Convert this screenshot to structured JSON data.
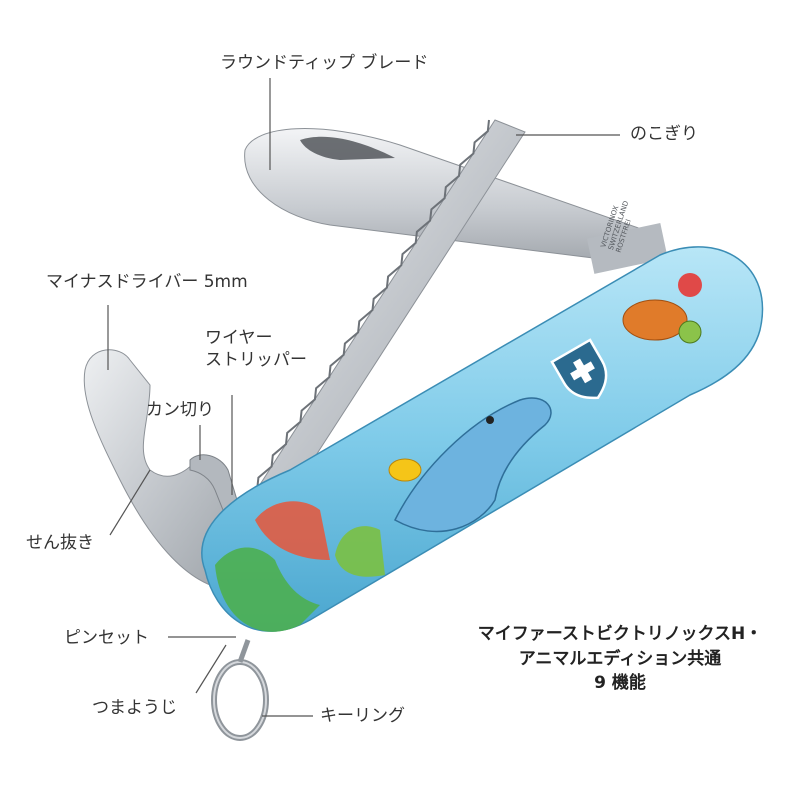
{
  "labels": {
    "round_tip_blade": "ラウンドティップ ブレード",
    "saw": "のこぎり",
    "screwdriver": "マイナスドライバー 5mm",
    "wire_stripper_line1": "ワイヤー",
    "wire_stripper_line2": "ストリッパー",
    "can_opener": "カン切り",
    "bottle_opener": "せん抜き",
    "tweezers": "ピンセット",
    "toothpick": "つまようじ",
    "key_ring": "キーリング"
  },
  "caption": {
    "line1": "マイファーストビクトリノックスH・",
    "line2": "アニマルエディション共通",
    "line3": "9 機能"
  },
  "handle_engraving": {
    "line1": "VICTORINOX",
    "line2": "SWITZERLAND",
    "line3": "ROSTFREI"
  },
  "colors": {
    "handle_blue": "#8fd1ec",
    "steel": "#c9ccd0",
    "logo_blue": "#2b6a8f",
    "leader_line": "#555555"
  }
}
